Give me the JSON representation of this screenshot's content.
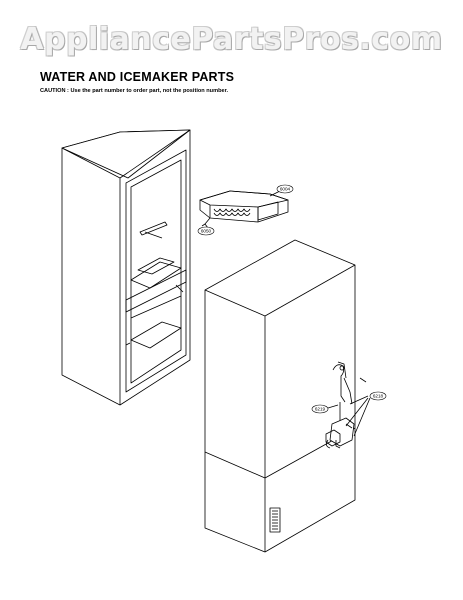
{
  "watermark": "AppliancePartsPros.com",
  "header": {
    "title": "WATER AND ICEMAKER PARTS",
    "caution": "CAUTION : Use the part number to order part, not the position number."
  },
  "callouts": {
    "icemaker_top": "6004",
    "icemaker_left": "6050",
    "valve_left": "6219",
    "valve_right": "6218"
  },
  "colors": {
    "line": "#000000",
    "background": "#ffffff"
  }
}
